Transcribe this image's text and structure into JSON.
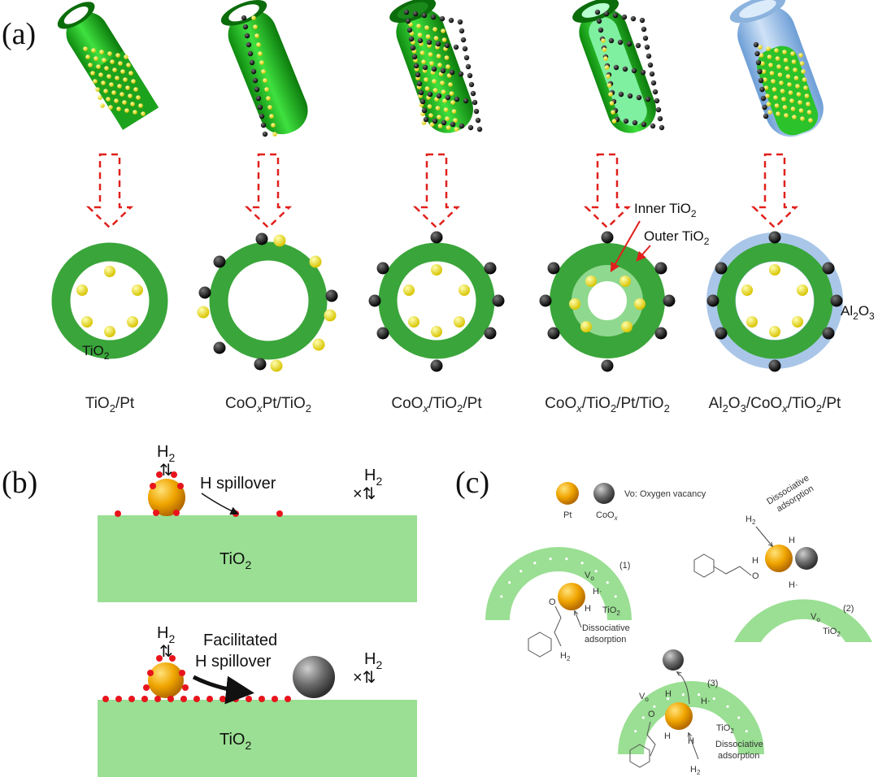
{
  "panels": {
    "a": {
      "letter": "(a)",
      "captions": [
        {
          "main": "TiO",
          "sub": "2",
          "rest": "/Pt"
        },
        {
          "main": "CoO",
          "sub": "x",
          "rest": "Pt/TiO",
          "sub2": "2"
        },
        {
          "main": "CoO",
          "sub": "x",
          "rest": "/TiO",
          "sub2": "2",
          "rest2": "/Pt"
        },
        {
          "main": "CoO",
          "sub": "x",
          "rest": "/TiO",
          "sub2": "2",
          "rest2": "/Pt/TiO",
          "sub3": "2"
        },
        {
          "main": "Al",
          "sub": "2",
          "rest": "O",
          "sub2": "3",
          "rest2": "/CoO",
          "sub3": "x",
          "rest3": "/TiO",
          "sub4": "2",
          "rest4": "/Pt"
        }
      ],
      "ring_label_tio2": {
        "main": "TiO",
        "sub": "2"
      },
      "inner_tio2": {
        "main": "Inner TiO",
        "sub": "2"
      },
      "outer_tio2": {
        "main": "Outer TiO",
        "sub": "2"
      },
      "al2o3": {
        "main": "Al",
        "sub": "2",
        "rest": "O",
        "sub2": "3"
      }
    },
    "b": {
      "letter": "(b)",
      "h2": {
        "main": "H",
        "sub": "2"
      },
      "spillover": "H spillover",
      "facilitated_line1": "Facilitated",
      "facilitated_line2": "H spillover",
      "no_dissociation": "×",
      "support": {
        "main": "TiO",
        "sub": "2"
      }
    },
    "c": {
      "letter": "(c)",
      "legend_pt": "Pt",
      "legend_coox": {
        "main": "CoO",
        "sub": "x"
      },
      "legend_vo": "Vo: Oxygen vacancy",
      "step1": "(1)",
      "step2": "(2)",
      "step3": "(3)",
      "dissociative": "Dissociative",
      "adsorption": "adsorption",
      "h2": {
        "main": "H",
        "sub": "2"
      },
      "h": "H",
      "hdot": "H·",
      "vo": {
        "main": "V",
        "sub": "o"
      },
      "o": "O",
      "tio2": {
        "main": "TiO",
        "sub": "2"
      }
    }
  },
  "colors": {
    "tio2_green": "#3aa53a",
    "tube_green": "#22c422",
    "support_green": "#9adf93",
    "pt_gold": "#f0a500",
    "coox_gray": "#6d6d6d",
    "al2o3_blue": "#a9c6e8",
    "arrow_red": "#e0201c"
  }
}
